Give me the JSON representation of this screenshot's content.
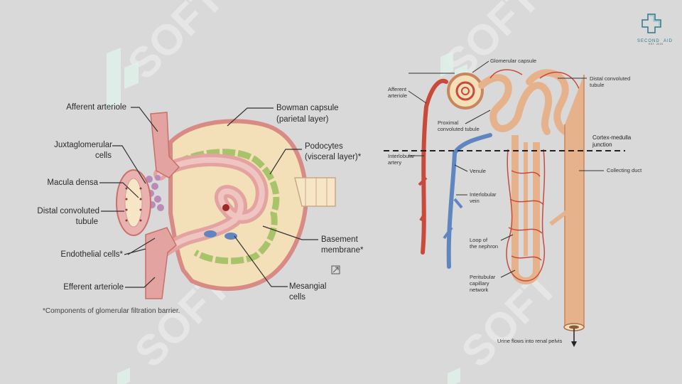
{
  "brand": {
    "text_left": "SECOND",
    "text_right": "AID",
    "est": "EST. 2020",
    "watermark": "SOFT"
  },
  "left_diagram": {
    "labels": {
      "afferent_arteriole": "Afferent arteriole",
      "juxtaglomerular_1": "Juxtaglomerular",
      "juxtaglomerular_2": "cells",
      "macula_densa": "Macula densa",
      "distal_1": "Distal convoluted",
      "distal_2": "tubule",
      "endothelial": "Endothelial cells*",
      "efferent": "Efferent arteriole",
      "bowman_1": "Bowman capsule",
      "bowman_2": "(parietal layer)",
      "podocytes_1": "Podocytes",
      "podocytes_2": "(visceral layer)*",
      "basement_1": "Basement",
      "basement_2": "membrane*",
      "mesangial_1": "Mesangial",
      "mesangial_2": "cells"
    },
    "footnote": "*Components of glomerular filtration barrier."
  },
  "right_diagram": {
    "labels": {
      "glomerular_capsule": "Glomerular capsule",
      "afferent_1": "Afferent",
      "afferent_2": "arteriole",
      "distal_1": "Distal convoluted",
      "distal_2": "tubule",
      "proximal_1": "Proximal",
      "proximal_2": "convoluted tubule",
      "cortex_1": "Cortex-medulla",
      "cortex_2": "junction",
      "interlobular_artery_1": "Interlobular",
      "interlobular_artery_2": "artery",
      "venule": "Venule",
      "collecting_duct": "Collecting duct",
      "interlobular_vein_1": "Interlobular",
      "interlobular_vein_2": "vein",
      "loop_1": "Loop of",
      "loop_2": "the nephron",
      "peritubular_1": "Peritubular",
      "peritubular_2": "capillary",
      "peritubular_3": "network",
      "urine": "Urine flows into renal pelvis"
    }
  },
  "colors": {
    "background": "#d9d9d9",
    "vessel": "#e3a3a0",
    "capsule": "#f3dfb8",
    "podocyte": "#a8c36a",
    "artery": "#c94a3a",
    "vein": "#5f86c0",
    "tubule": "#e6b28c",
    "accent": "#2a7a8a"
  }
}
